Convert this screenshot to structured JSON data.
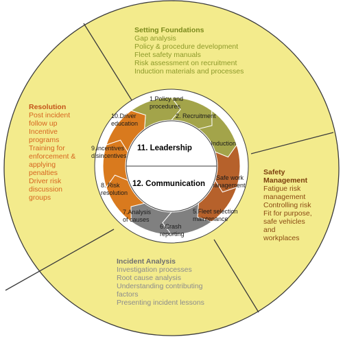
{
  "sections": {
    "setting": {
      "title": "Setting Foundations",
      "lines": [
        "Gap analysis",
        "Policy & procedure development",
        "Fleet safety manuals",
        "Risk assessment on recruitment",
        "Induction materials and processes"
      ]
    },
    "resolution": {
      "title": "Resolution",
      "lines": [
        "Post incident",
        "follow up",
        "Incentive",
        "programs",
        "Training for",
        "enforcement &",
        "applying",
        "penalties",
        "Driver risk",
        "discussion",
        "groups"
      ]
    },
    "safety": {
      "title": [
        "Safety",
        "Management"
      ],
      "lines": [
        "Fatigue risk",
        "management",
        "Controlling risk",
        "Fit for purpose,",
        "safe vehicles",
        "and",
        "workplaces"
      ]
    },
    "incident": {
      "title": "Incident Analysis",
      "lines": [
        "Investigation processes",
        "Root cause analysis",
        "Understanding contributing",
        "factors",
        "Presenting incident lessons"
      ]
    }
  },
  "cycle": [
    {
      "label": [
        "1.Policy and",
        "procedures"
      ],
      "color": "#a3a44a"
    },
    {
      "label": [
        "2. Recruitment"
      ],
      "color": "#a3a44a"
    },
    {
      "label": [
        "3.Induction"
      ],
      "color": "#a3a44a"
    },
    {
      "label": [
        "4. Safe work",
        "management"
      ],
      "color": "#b6612b"
    },
    {
      "label": [
        "5.Fleet selection",
        "maintenance"
      ],
      "color": "#b6612b"
    },
    {
      "label": [
        "6.Crash",
        "reporting"
      ],
      "color": "#808080"
    },
    {
      "label": [
        "7.Analysis",
        "of causes"
      ],
      "color": "#808080"
    },
    {
      "label": [
        "8. Risk",
        "resolution"
      ],
      "color": "#d97a1e"
    },
    {
      "label": [
        "9.Incentives",
        "disincentives"
      ],
      "color": "#d97a1e"
    },
    {
      "label": [
        "10.Driver",
        "education"
      ],
      "color": "#d97a1e"
    }
  ],
  "center": {
    "top": "11. Leadership",
    "bottom": "12. Communication"
  },
  "colors": {
    "outer_fill": "#f3eb8c",
    "outer_stroke": "#3a3a3a",
    "white_ring": "#ffffff"
  }
}
